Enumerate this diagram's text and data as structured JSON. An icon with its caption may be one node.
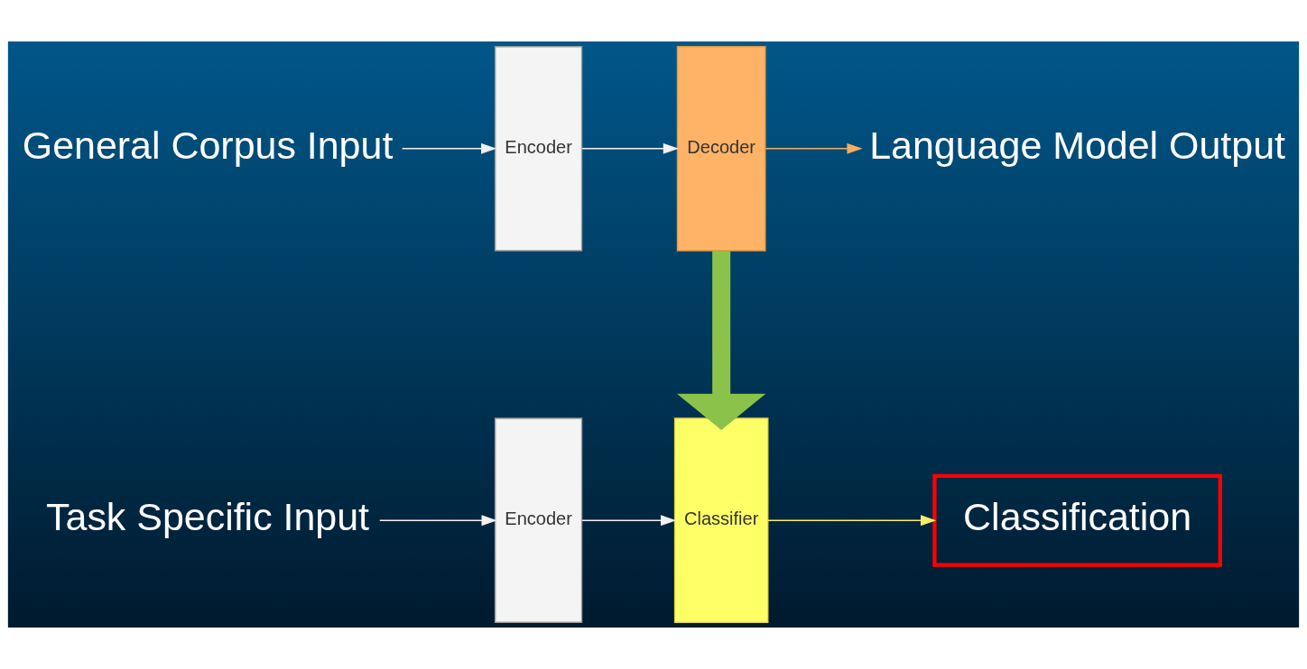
{
  "diagram": {
    "nodes": [
      {
        "text": [
          "General Corpus Input"
        ]
      },
      {
        "text": [
          "Encoder"
        ]
      },
      {
        "text": [
          "Decoder"
        ]
      },
      {
        "text": [
          "Language Model Output"
        ]
      },
      {
        "text": [
          "Task Specific Input"
        ]
      },
      {
        "text": [
          "Encoder"
        ]
      },
      {
        "text": [
          "Classifier"
        ]
      },
      {
        "text": [
          "Classification"
        ]
      }
    ],
    "edges": [
      {
        "from": 0,
        "to": 1,
        "arrow": "to"
      },
      {
        "from": 1,
        "to": 2,
        "arrow": "to"
      },
      {
        "from": 2,
        "to": 3,
        "arrow": "to",
        "color": "#f6ad62"
      },
      {
        "from": 2,
        "to": 6,
        "arrow": "to",
        "style": "thick",
        "color": "#8bc34a"
      },
      {
        "from": 4,
        "to": 5,
        "arrow": "to"
      },
      {
        "from": 5,
        "to": 6,
        "arrow": "to"
      },
      {
        "from": 6,
        "to": 7,
        "arrow": "to",
        "color": "#f5ef6a"
      }
    ]
  }
}
